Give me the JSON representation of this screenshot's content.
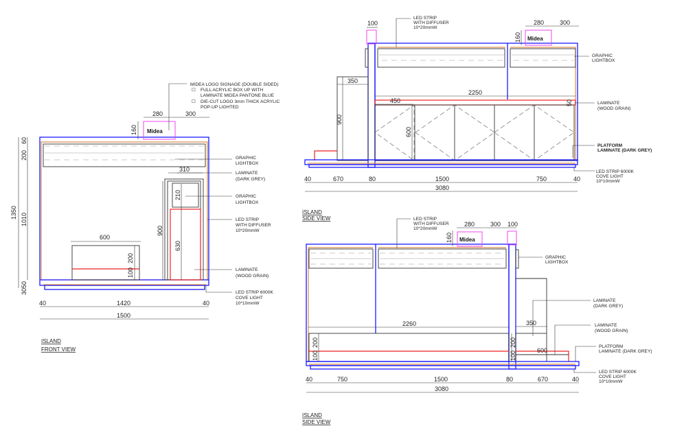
{
  "logo_text": "Midea",
  "front": {
    "title": [
      "ISLAND",
      "FRONT VIEW"
    ],
    "signage": [
      "MIDEA LOGO SIGNAGE (DOUBLE SIDED)",
      "FULL ACRYLIC BOX UP WITH",
      "LAMINATE MIDEA PANTONE BLUE",
      "DIE-CUT LOGO 3mm THICK ACRYLIC",
      "POP-UP LIGHTED"
    ],
    "labels": {
      "lightbox1": [
        "GRAPHIC",
        "LIGHTBOX"
      ],
      "laminate_dark": [
        "LAMINATE",
        "(DARK GREY)"
      ],
      "lightbox2": [
        "GRAPHIC",
        "LIGHTBOX"
      ],
      "led": [
        "LED STRIP",
        "WITH DIFFUSER",
        "10*20mmW"
      ],
      "laminate_wood": [
        "LAMINATE",
        "(WOOD GRAIN)"
      ],
      "cove": [
        "LED STRIP 6000K",
        "COVE LIGHT",
        "10*10mmW"
      ]
    },
    "dims": {
      "d280": "280",
      "d300": "300",
      "d160": "160",
      "d1350": "1350",
      "d60": "60",
      "d200": "200",
      "d1010": "1010",
      "d3050": "3050",
      "d310": "310",
      "d210": "210",
      "d900": "900",
      "d630": "630",
      "d600": "600",
      "d200b": "200",
      "d100": "100",
      "d40a": "40",
      "d1420": "1420",
      "d40b": "40",
      "d1500": "1500"
    }
  },
  "side1": {
    "title": [
      "ISLAND",
      "SIDE VIEW"
    ],
    "labels": {
      "led": [
        "LED STRIP",
        "WITH DIFFUSER",
        "10*20mmW"
      ],
      "lightbox": [
        "GRAPHIC",
        "LIGHTBOX"
      ],
      "laminate_wood": [
        "LAMINATE",
        "(WOOD GRAIN)"
      ],
      "platform": [
        "PLATFORM",
        "LAMINATE (DARK GREY)"
      ],
      "cove": [
        "LED STRIP 6000K",
        "COVE LIGHT",
        "10*10mmW"
      ]
    },
    "dims": {
      "d100": "100",
      "d280": "280",
      "d300": "300",
      "d160": "160",
      "d350": "350",
      "d2250": "2250",
      "d450": "450",
      "d50": "50",
      "d900": "900",
      "d600": "600",
      "d40a": "40",
      "d670": "670",
      "d80": "80",
      "d1500": "1500",
      "d750": "750",
      "d40b": "40",
      "d3080": "3080"
    }
  },
  "side2": {
    "title": [
      "ISLAND",
      "SIDE VIEW"
    ],
    "labels": {
      "led": [
        "LED STRIP",
        "WITH DIFFUSER",
        "10*20mmW"
      ],
      "lightbox": [
        "GRAPHIC",
        "LIGHTBOX"
      ],
      "laminate_dark": [
        "LAMINATE",
        "(DARK GREY)"
      ],
      "laminate_wood": [
        "LAMINATE",
        "(WOOD GRAIN)"
      ],
      "platform": [
        "PLATFORM",
        "LAMINATE (DARK GREY)"
      ],
      "cove": [
        "LED STRIP 6000K",
        "COVE LIGHT",
        "10*10mmW"
      ]
    },
    "dims": {
      "d280": "280",
      "d300": "300",
      "d100": "100",
      "d160": "160",
      "d2260": "2260",
      "d350": "350",
      "d200": "200",
      "d100b": "100",
      "d200b": "200",
      "d100c": "100",
      "d600": "600",
      "d40a": "40",
      "d750": "750",
      "d1500": "1500",
      "d80": "80",
      "d670": "670",
      "d40b": "40",
      "d3080": "3080"
    }
  }
}
